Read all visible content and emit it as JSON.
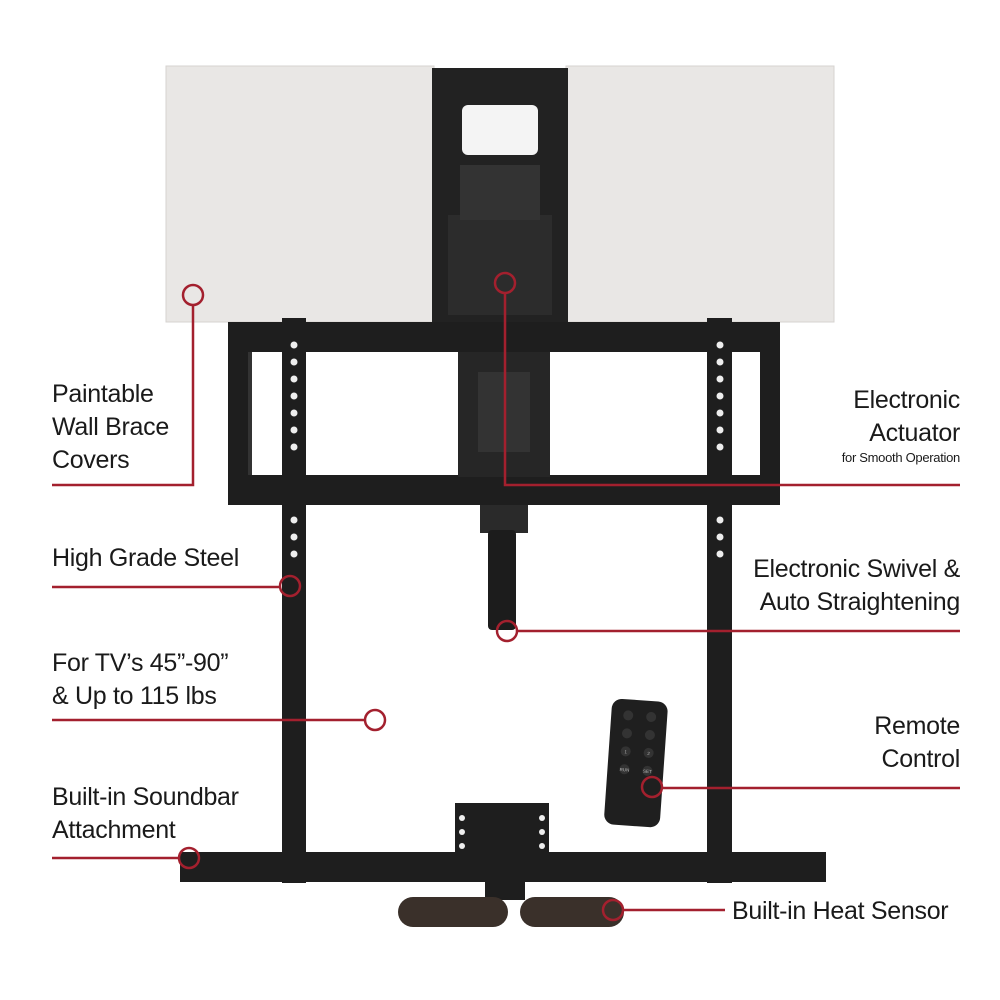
{
  "colors": {
    "accent": "#a3202e",
    "mount": "#1e1e1e",
    "cover": "#e9e7e5"
  },
  "callouts": {
    "wall_brace": {
      "line1": "Paintable",
      "line2": "Wall Brace",
      "line3": "Covers"
    },
    "actuator": {
      "line1": "Electronic",
      "line2": "Actuator",
      "sub": "for Smooth Operation"
    },
    "steel": {
      "line1": "High Grade Steel"
    },
    "swivel": {
      "line1": "Electronic Swivel &",
      "line2": "Auto Straightening"
    },
    "tv_size": {
      "line1": "For TV’s 45”-90”",
      "line2": "& Up to 115 lbs"
    },
    "remote": {
      "line1": "Remote",
      "line2": "Control"
    },
    "soundbar": {
      "line1": "Built-in Soundbar",
      "line2": "Attachment"
    },
    "heat_sensor": {
      "line1": "Built-in Heat Sensor"
    }
  },
  "remote_buttons": [
    "1",
    "2",
    "RUN",
    "SET"
  ]
}
